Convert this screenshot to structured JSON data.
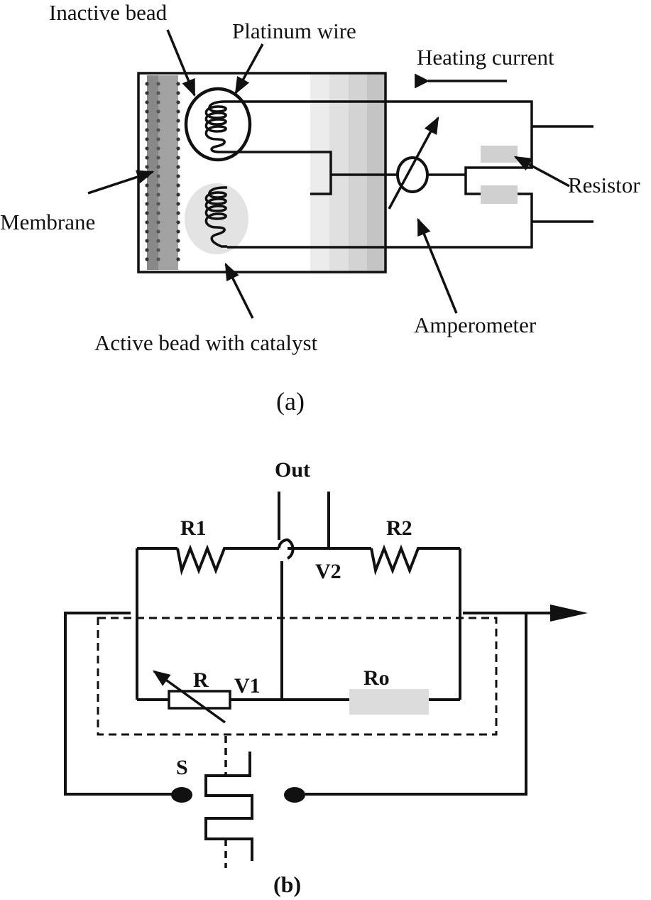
{
  "diagram_a": {
    "caption": "(a)",
    "labels": {
      "inactive_bead": "Inactive bead",
      "platinum_wire": "Platinum wire",
      "heating_current": "Heating current",
      "membrane": "Membrane",
      "resistor": "Resistor",
      "amperometer": "Amperometer",
      "active_bead": "Active bead with catalyst"
    },
    "colors": {
      "membrane_dark": "#888888",
      "membrane_light": "#aaaaaa",
      "active_bead_fill": "#e3e3e3",
      "gradient_band": [
        "#ececec",
        "#e0e0e0",
        "#d3d3d3",
        "#c4c4c4"
      ],
      "resistor_fill": "#d0d0d0"
    }
  },
  "diagram_b": {
    "caption": "(b)",
    "labels": {
      "out": "Out",
      "r1": "R1",
      "r2": "R2",
      "v1": "V1",
      "v2": "V2",
      "r": "R",
      "ro": "Ro",
      "s": "S"
    },
    "colors": {
      "ro_fill": "#dcdcdc"
    }
  }
}
